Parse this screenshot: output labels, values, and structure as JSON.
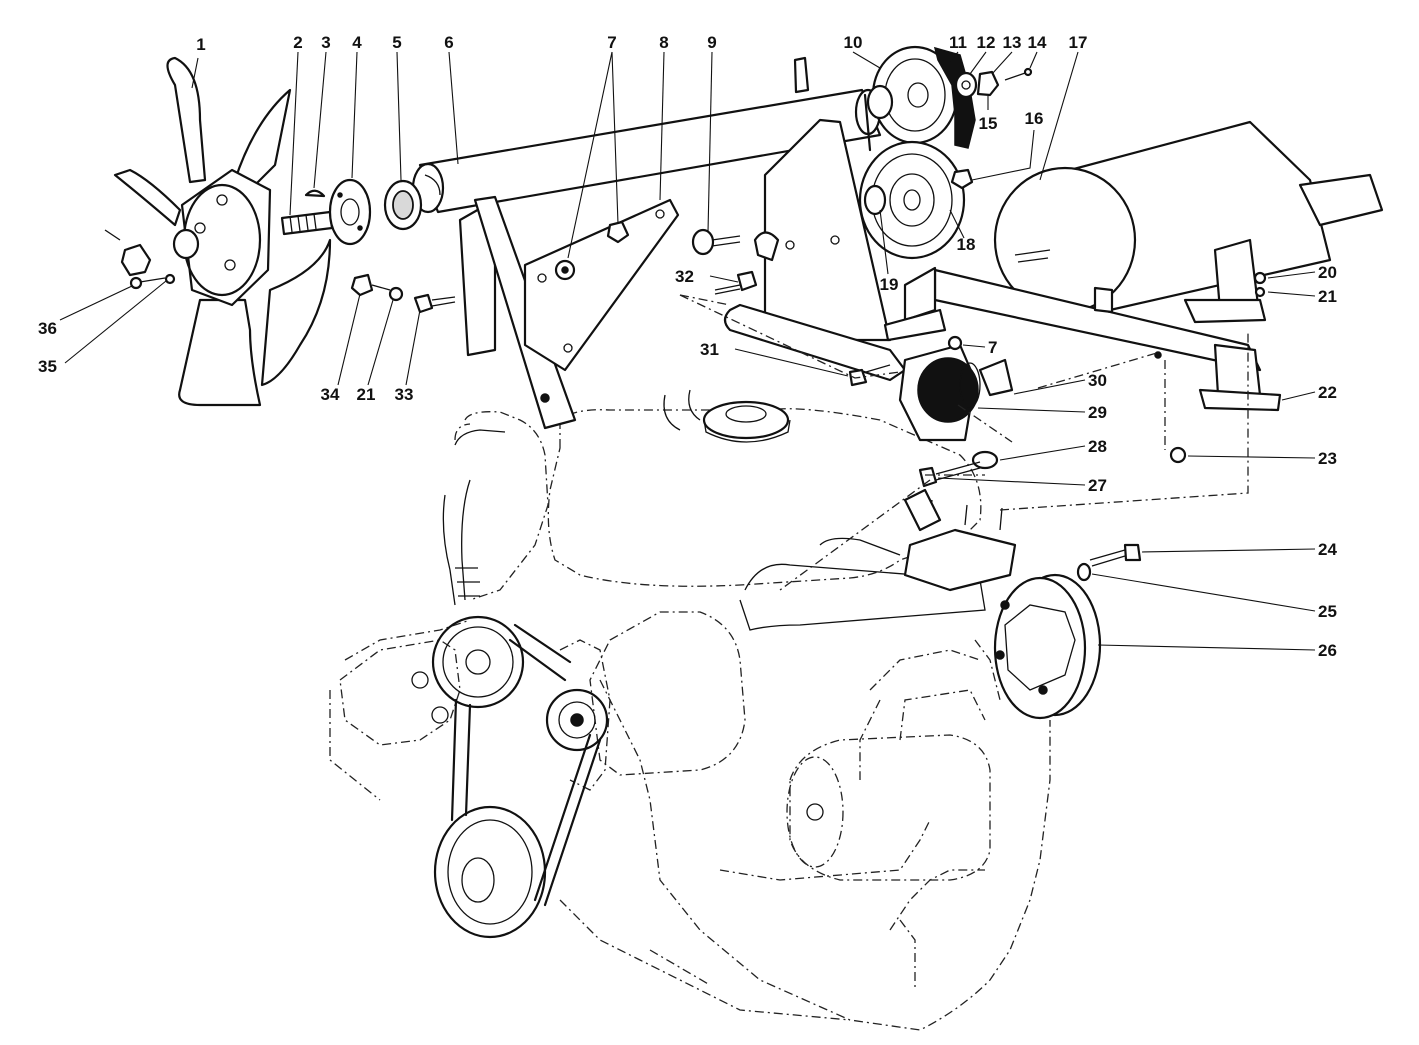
{
  "callouts": [
    {
      "id": "1",
      "label": "1"
    },
    {
      "id": "2",
      "label": "2"
    },
    {
      "id": "3",
      "label": "3"
    },
    {
      "id": "4",
      "label": "4"
    },
    {
      "id": "5",
      "label": "5"
    },
    {
      "id": "6",
      "label": "6"
    },
    {
      "id": "7a",
      "label": "7"
    },
    {
      "id": "8",
      "label": "8"
    },
    {
      "id": "9",
      "label": "9"
    },
    {
      "id": "10",
      "label": "10"
    },
    {
      "id": "11",
      "label": "11"
    },
    {
      "id": "12",
      "label": "12"
    },
    {
      "id": "13",
      "label": "13"
    },
    {
      "id": "14",
      "label": "14"
    },
    {
      "id": "15",
      "label": "15"
    },
    {
      "id": "16",
      "label": "16"
    },
    {
      "id": "17",
      "label": "17"
    },
    {
      "id": "18",
      "label": "18"
    },
    {
      "id": "19",
      "label": "19"
    },
    {
      "id": "20",
      "label": "20"
    },
    {
      "id": "21a",
      "label": "21"
    },
    {
      "id": "22",
      "label": "22"
    },
    {
      "id": "23",
      "label": "23"
    },
    {
      "id": "24",
      "label": "24"
    },
    {
      "id": "25",
      "label": "25"
    },
    {
      "id": "26",
      "label": "26"
    },
    {
      "id": "27",
      "label": "27"
    },
    {
      "id": "28",
      "label": "28"
    },
    {
      "id": "29",
      "label": "29"
    },
    {
      "id": "30",
      "label": "30"
    },
    {
      "id": "31",
      "label": "31"
    },
    {
      "id": "32",
      "label": "32"
    },
    {
      "id": "7b",
      "label": "7"
    },
    {
      "id": "36",
      "label": "36"
    },
    {
      "id": "35",
      "label": "35"
    },
    {
      "id": "34",
      "label": "34"
    },
    {
      "id": "21b",
      "label": "21"
    },
    {
      "id": "33",
      "label": "33"
    }
  ]
}
